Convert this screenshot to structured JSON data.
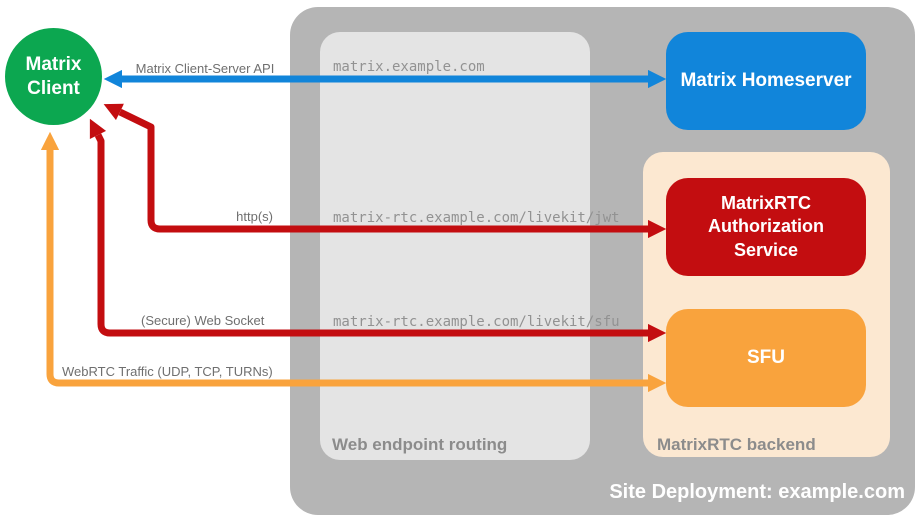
{
  "diagram": {
    "title": "Site Deployment: example.com"
  },
  "containers": {
    "routing": {
      "label": "Web endpoint routing"
    },
    "backend": {
      "label": "MatrixRTC backend"
    }
  },
  "nodes": {
    "client": {
      "label": "Matrix Client"
    },
    "homeserver": {
      "label": "Matrix Homeserver"
    },
    "auth": {
      "label": "MatrixRTC Authorization Service"
    },
    "sfu": {
      "label": "SFU"
    }
  },
  "edges": {
    "client_server_api": {
      "label": "Matrix Client-Server API",
      "endpoint": "matrix.example.com",
      "color": "#1185da"
    },
    "http": {
      "label": "http(s)",
      "endpoint": "matrix-rtc.example.com/livekit/jwt",
      "color": "#c30d10"
    },
    "websocket": {
      "label": "(Secure) Web Socket",
      "endpoint": "matrix-rtc.example.com/livekit/sfu",
      "color": "#c30d10"
    },
    "webrtc": {
      "label": "WebRTC Traffic (UDP, TCP, TURNs)",
      "color": "#f9a33d"
    }
  },
  "colors": {
    "client_green": "#0ca750",
    "homeserver_blue": "#1185da",
    "auth_red": "#c30d10",
    "sfu_orange": "#f9a33d",
    "backend_bg": "#fce8d1",
    "routing_bg": "#e4e4e4",
    "deployment_bg": "#b5b5b5"
  }
}
